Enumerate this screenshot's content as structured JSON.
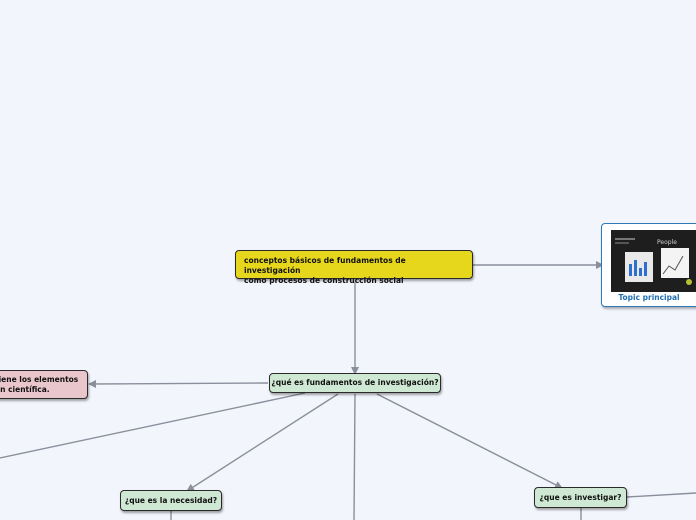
{
  "root": {
    "line1": "conceptos básicos de fundamentos de investigación",
    "line2_prefix": "como",
    "line2_rest": "procesos de construcción social"
  },
  "image_topic": {
    "caption": "Topic principal",
    "picture_text": "People"
  },
  "nodes": {
    "fundamentos": "¿qué es fundamentos de investigación?",
    "necesidad": "¿que es la necesidad?",
    "investigar": "¿que es investigar?",
    "elementos_line1": "tiene los elementos",
    "elementos_line2": "ón científica."
  },
  "colors": {
    "root_fill": "#e6d71c",
    "green_fill": "#cfe8d3",
    "pink_fill": "#e8c6cb",
    "edge": "#8a8f9c",
    "image_border": "#2c79b8",
    "caption": "#1f6fb5"
  }
}
